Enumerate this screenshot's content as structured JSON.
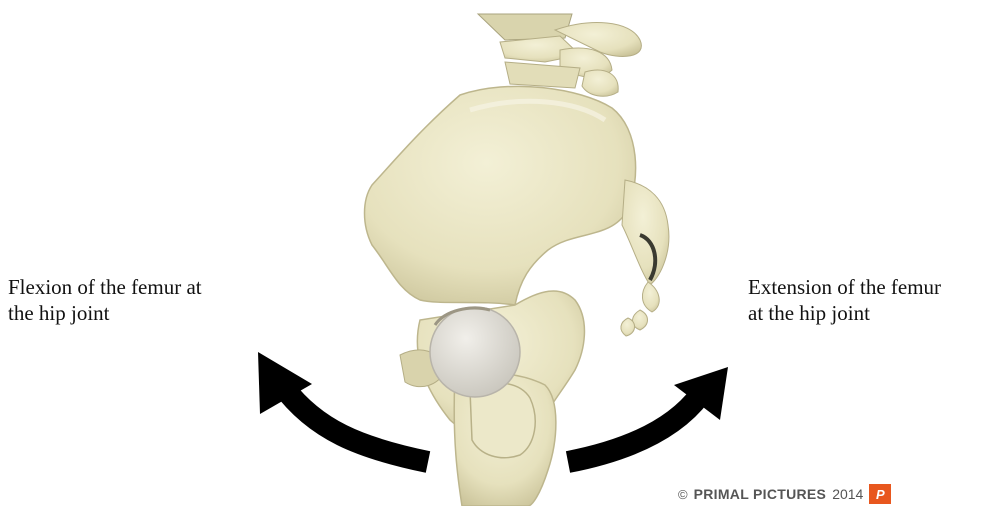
{
  "captions": {
    "flexion": "Flexion of the femur at\nthe hip joint",
    "extension": "Extension of the femur\nat the hip joint"
  },
  "credit": {
    "copyright_symbol": "©",
    "brand": "PRIMAL PICTURES",
    "year": "2014",
    "logo_text": "P"
  },
  "colors": {
    "bone": "#e8e4c2",
    "bone_shadow": "#c9c39a",
    "femoral_head": "#dedbd3",
    "arrow": "#000000",
    "logo": "#e8571e"
  },
  "icons": {
    "flexion_arrow": "curved-arrow-up-left-icon",
    "extension_arrow": "curved-arrow-up-right-icon"
  }
}
